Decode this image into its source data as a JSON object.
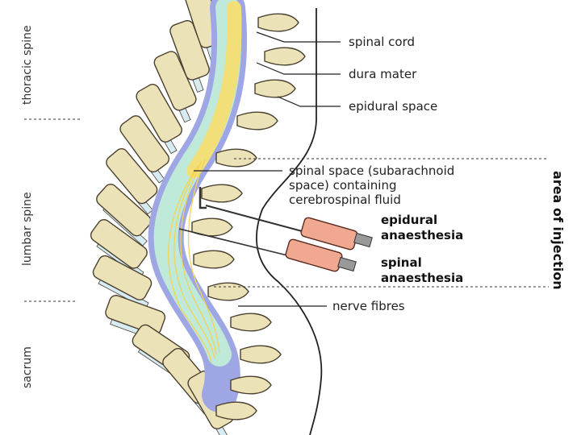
{
  "labels": {
    "spinal_cord": "spinal cord",
    "dura_mater": "dura mater",
    "epidural_space": "epidural space",
    "subarachnoid_line1": "spinal space (subarachnoid",
    "subarachnoid_line2": "space) containing",
    "subarachnoid_line3": "cerebrospinal fluid",
    "epidural_anaesthesia_line1": "epidural",
    "epidural_anaesthesia_line2": "anaesthesia",
    "spinal_anaesthesia_line1": "spinal",
    "spinal_anaesthesia_line2": "anaesthesia",
    "nerve_fibres": "nerve fibres"
  },
  "regions": {
    "thoracic": "thoracic spine",
    "lumbar": "lumbar spine",
    "sacrum": "sacrum",
    "injection_area": "area of injection"
  },
  "colors": {
    "vertebra": "#ece2b8",
    "vertebra_outline": "#4a4030",
    "disc": "#d6ecf2",
    "dura": "#9fa6e4",
    "csf": "#bfe9d8",
    "nerve": "#f2df78",
    "syringe": "#f0a890"
  }
}
